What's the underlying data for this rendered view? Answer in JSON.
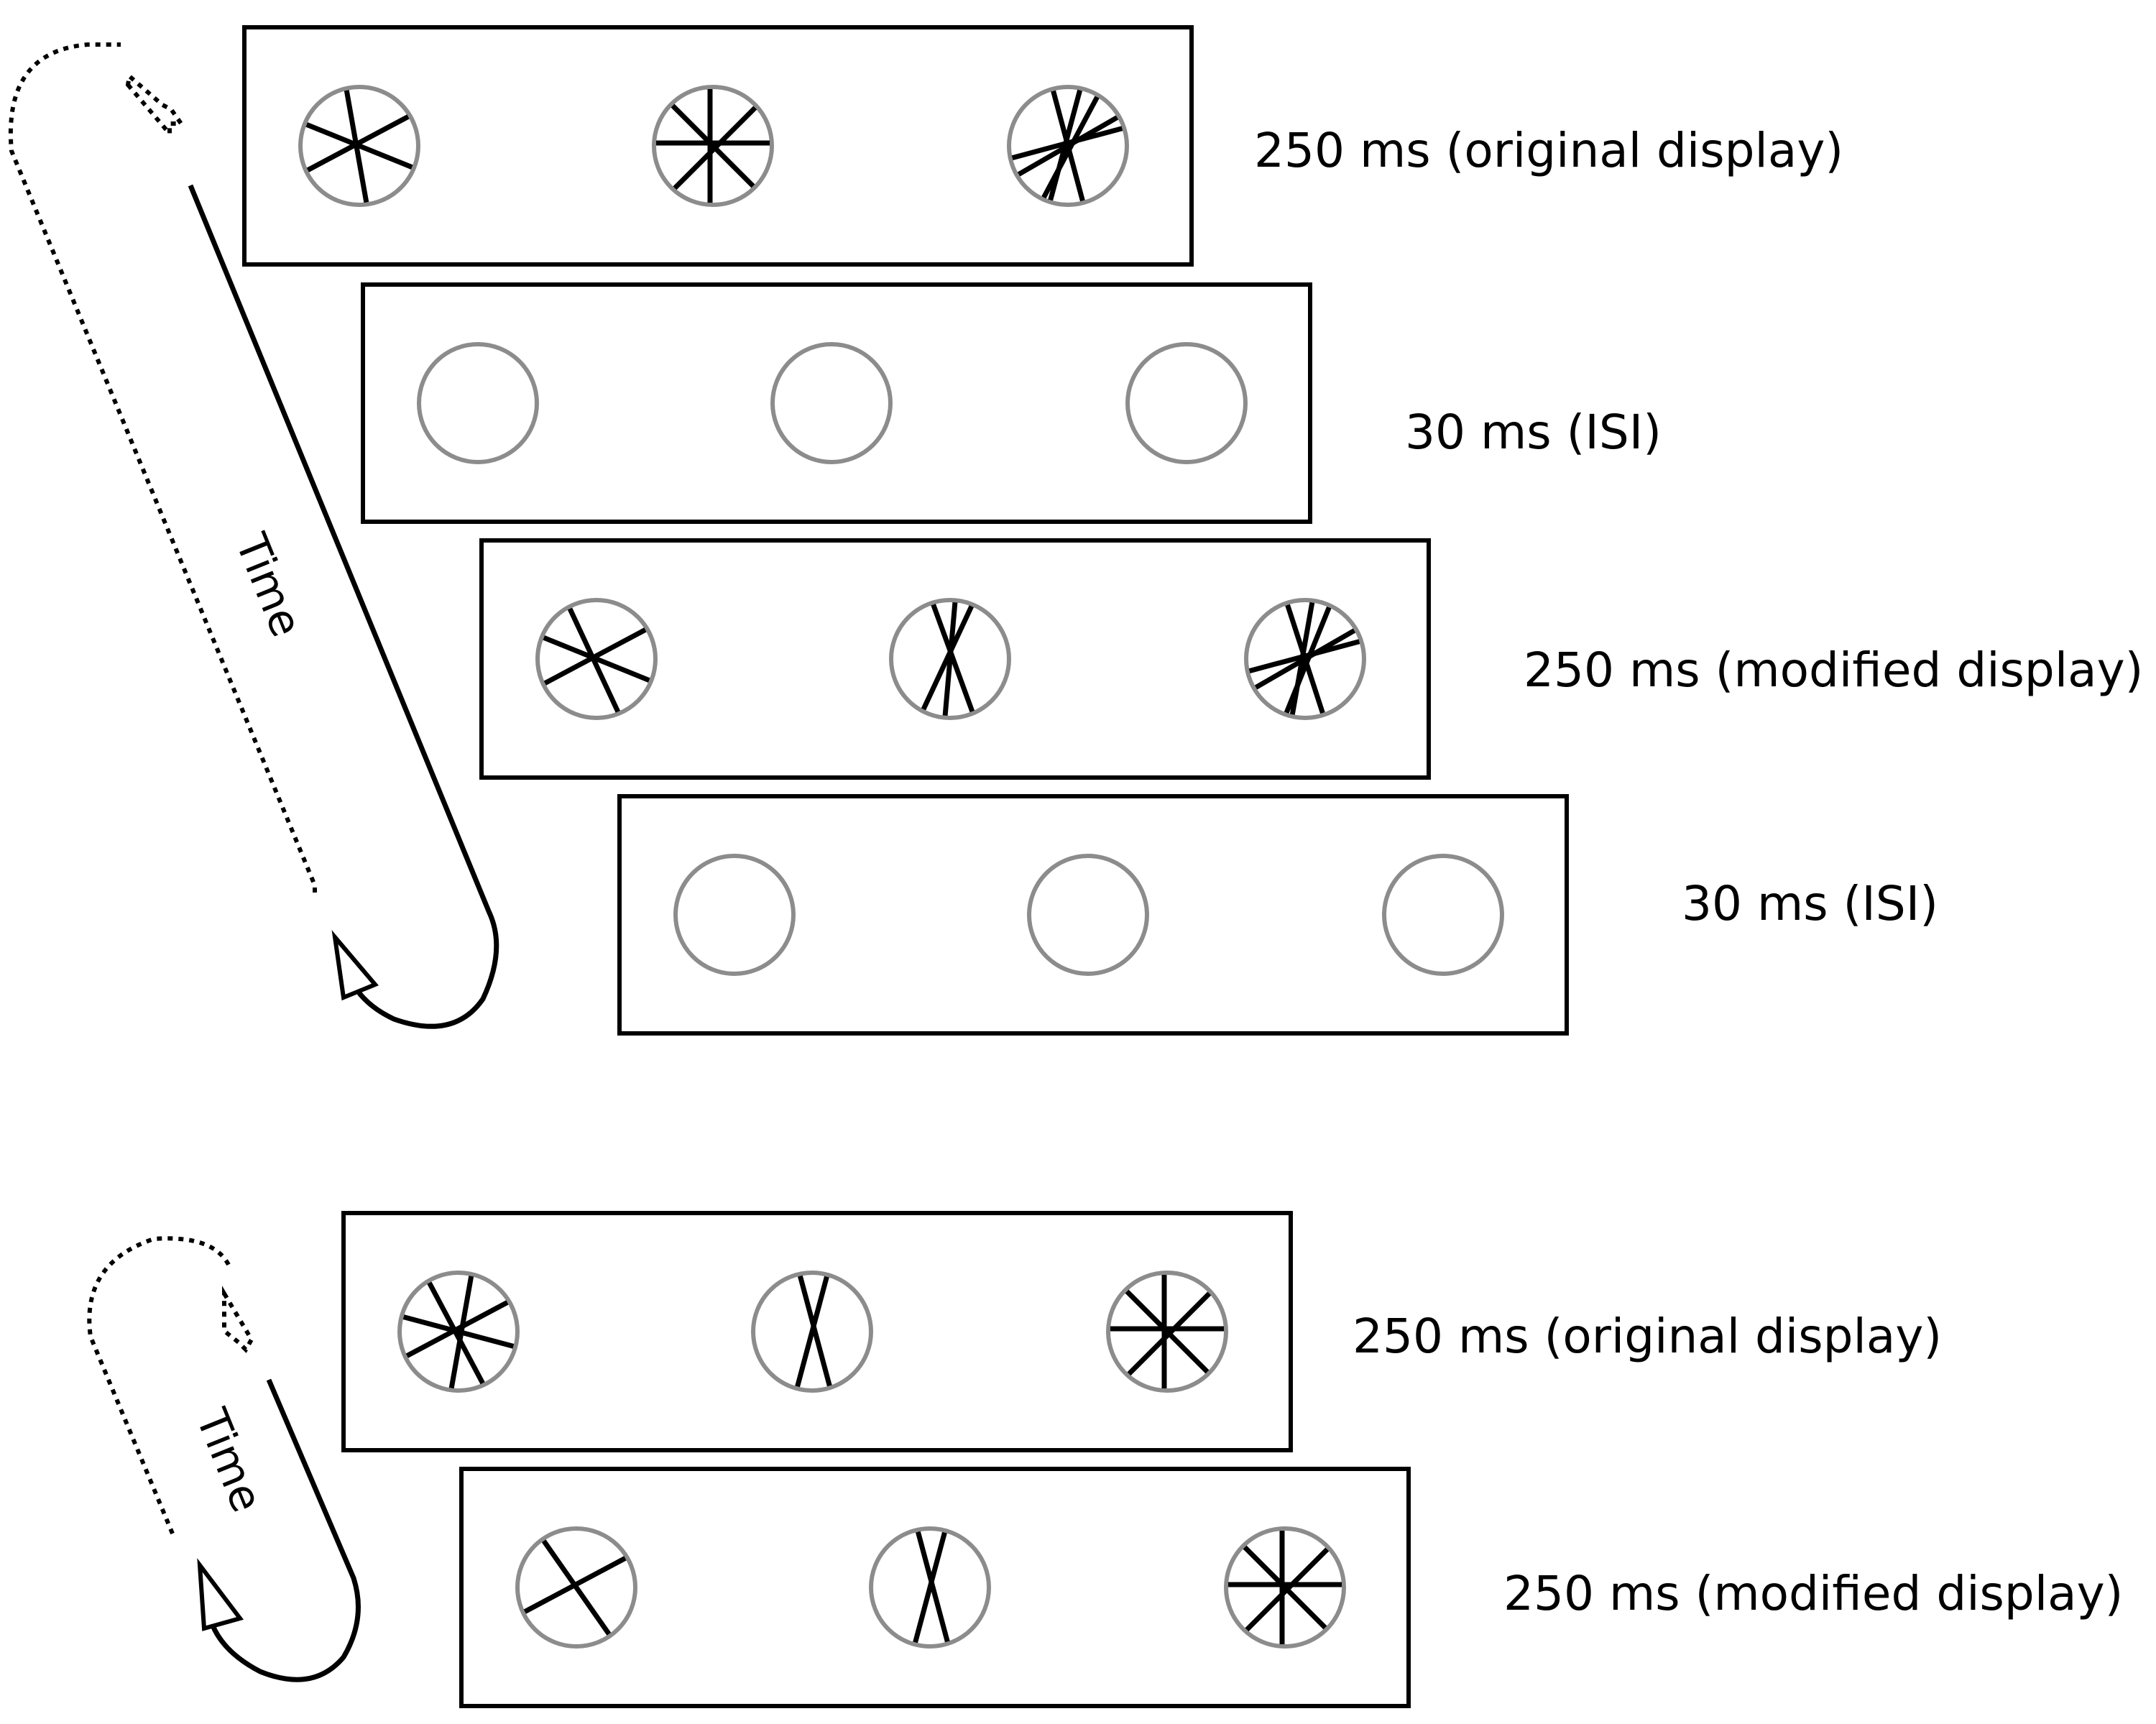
{
  "diagrams": [
    {
      "time_label": "Time",
      "frames": [
        {
          "label": "250 ms (original display)",
          "stimuli": [
            [
              -28,
              22,
              80
            ],
            [
              0,
              45,
              90,
              135
            ],
            [
              -15,
              75,
              105,
              118,
              150
            ]
          ]
        },
        {
          "label": "30 ms (ISI)",
          "stimuli": [
            [],
            [],
            []
          ]
        },
        {
          "label": "250 ms (modified display)",
          "stimuli": [
            [
              -28,
              22,
              65
            ],
            [
              70,
              95,
              115
            ],
            [
              -15,
              72,
              100,
              112,
              150
            ]
          ]
        },
        {
          "label": "30 ms (ISI)",
          "stimuli": [
            [],
            [],
            []
          ]
        }
      ]
    },
    {
      "time_label": "Time",
      "frames": [
        {
          "label": "250 ms (original display)",
          "stimuli": [
            [
              -28,
              15,
              62,
              100
            ],
            [
              75,
              105
            ],
            [
              0,
              45,
              90,
              135
            ]
          ]
        },
        {
          "label": "250 ms (modified display)",
          "stimuli": [
            [
              -28,
              55
            ],
            [
              75,
              105
            ],
            [
              0,
              45,
              90,
              135
            ]
          ]
        }
      ]
    }
  ]
}
